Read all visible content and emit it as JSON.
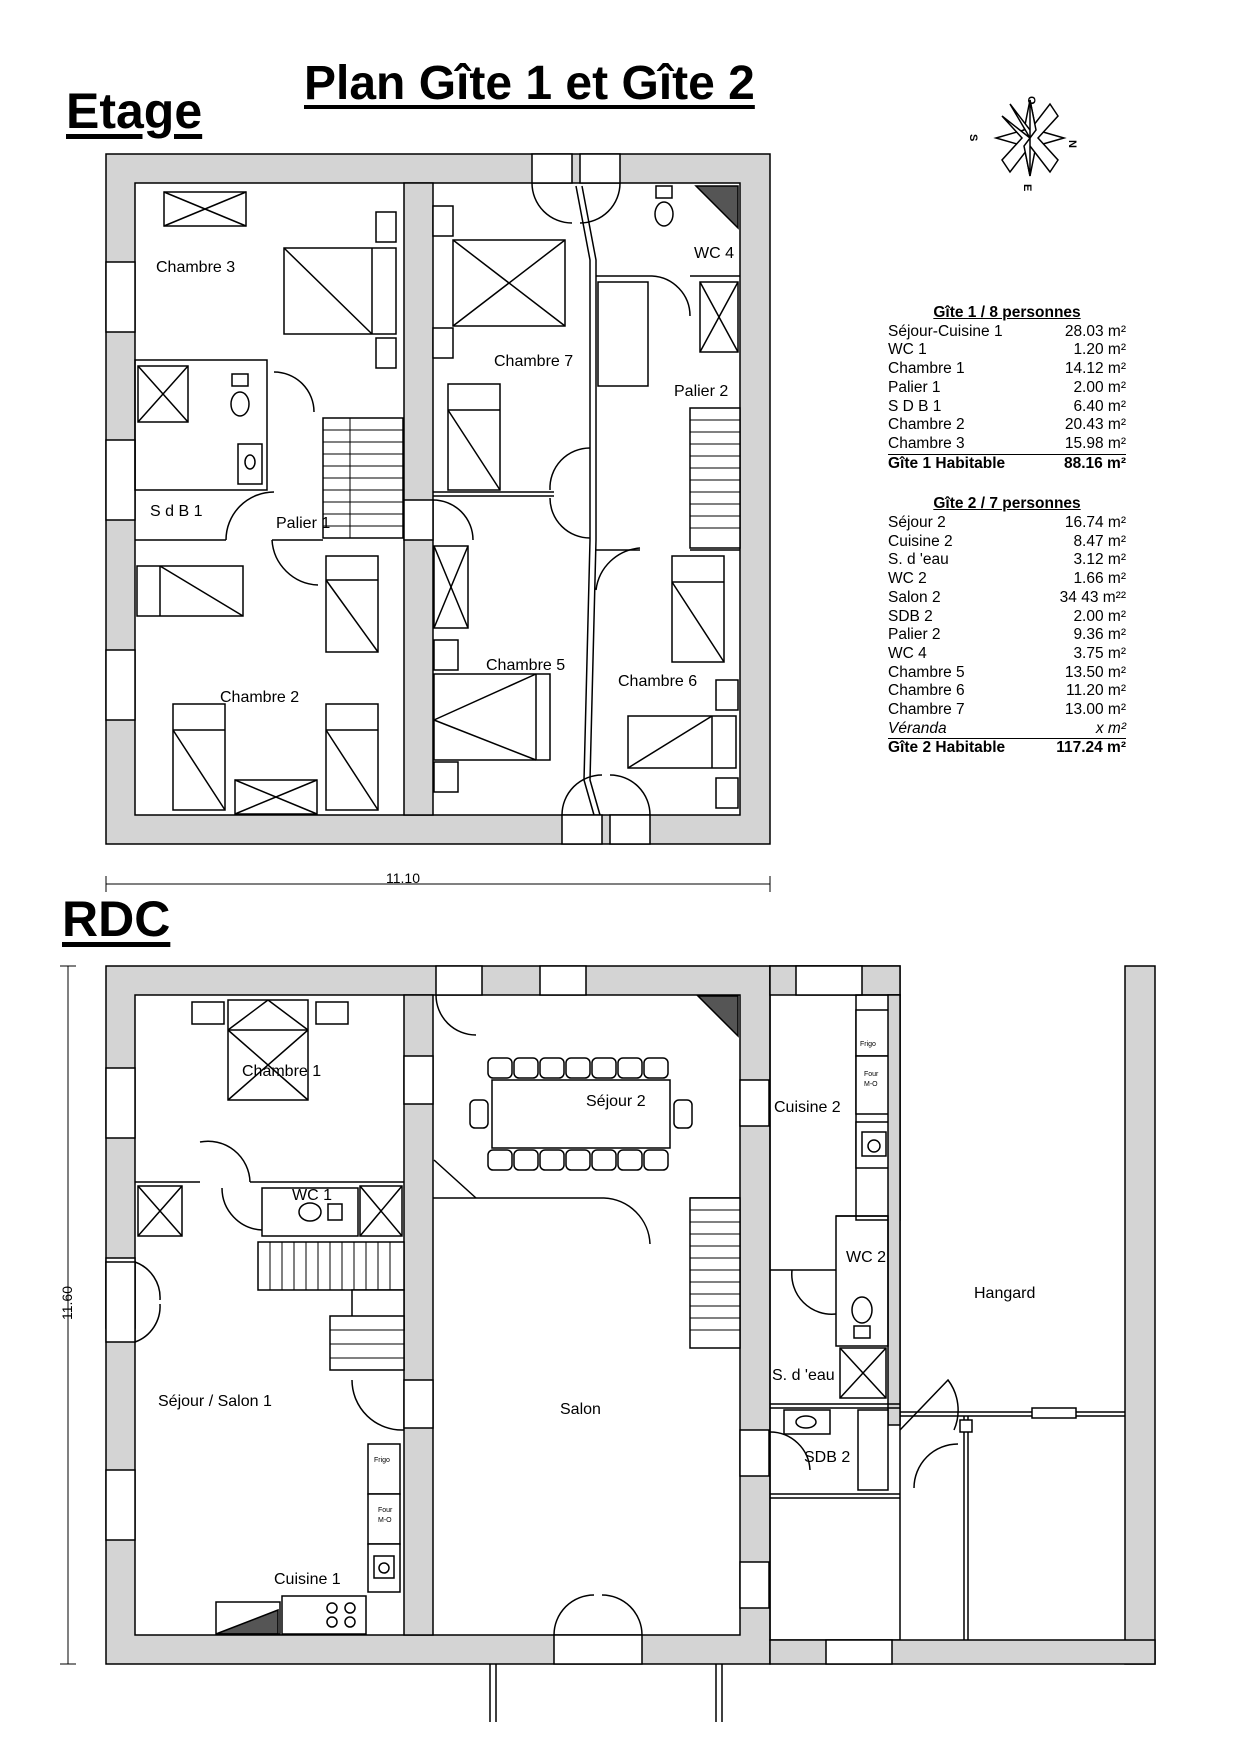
{
  "page": {
    "title": "Plan Gîte 1 et Gîte 2",
    "section_upper": "Etage",
    "section_lower": "RDC"
  },
  "compass": {
    "north": "N",
    "south": "S",
    "east": "E",
    "west": "O"
  },
  "dimensions": {
    "width_label": "11.10",
    "height_label": "11.60"
  },
  "rooms_upper": {
    "chambre3": "Chambre 3",
    "chambre7": "Chambre 7",
    "wc4": "WC 4",
    "palier2": "Palier 2",
    "sdb1": "S d B 1",
    "palier1": "Palier 1",
    "chambre2": "Chambre 2",
    "chambre5": "Chambre 5",
    "chambre6": "Chambre 6"
  },
  "rooms_lower": {
    "chambre1": "Chambre 1",
    "wc1": "WC 1",
    "sejour_salon1": "Séjour / Salon 1",
    "cuisine1": "Cuisine 1",
    "sejour2": "Séjour 2",
    "salon": "Salon",
    "cuisine2": "Cuisine 2",
    "wc2": "WC 2",
    "seau": "S. d 'eau",
    "sdb2": "SDB 2",
    "hangard": "Hangard"
  },
  "appliances": {
    "frigo": "Frigo",
    "four": "Four",
    "mo": "M-O"
  },
  "areas": {
    "gite1": {
      "heading": "Gîte 1 / 8 personnes",
      "rows": [
        {
          "name": "Séjour-Cuisine 1",
          "value": "28.03 m²"
        },
        {
          "name": "WC 1",
          "value": "1.20 m²"
        },
        {
          "name": "Chambre 1",
          "value": "14.12 m²"
        },
        {
          "name": "Palier 1",
          "value": "2.00 m²"
        },
        {
          "name": "S D B 1",
          "value": "6.40 m²"
        },
        {
          "name": "Chambre 2",
          "value": "20.43 m²"
        },
        {
          "name": "Chambre 3",
          "value": "15.98 m²"
        }
      ],
      "total": {
        "name": "Gîte 1 Habitable",
        "value": "88.16 m²"
      }
    },
    "gite2": {
      "heading": "Gîte 2 / 7 personnes",
      "rows": [
        {
          "name": "Séjour 2",
          "value": "16.74 m²"
        },
        {
          "name": "Cuisine 2",
          "value": "8.47 m²"
        },
        {
          "name": "S. d 'eau",
          "value": "3.12 m²"
        },
        {
          "name": "WC 2",
          "value": "1.66 m²"
        },
        {
          "name": "Salon 2",
          "value": "34 43 m²²"
        },
        {
          "name": "SDB 2",
          "value": "2.00 m²"
        },
        {
          "name": "Palier 2",
          "value": "9.36 m²"
        },
        {
          "name": "WC 4",
          "value": "3.75 m²"
        },
        {
          "name": "Chambre 5",
          "value": "13.50 m²"
        },
        {
          "name": "Chambre 6",
          "value": "11.20 m²"
        },
        {
          "name": "Chambre 7",
          "value": "13.00 m²"
        },
        {
          "name": "Véranda",
          "value": "x  m²"
        }
      ],
      "total": {
        "name": "Gîte 2 Habitable",
        "value": "117.24 m²"
      }
    }
  },
  "colors": {
    "wall": "#d4d4d4",
    "line": "#000000",
    "fill": "#555555"
  }
}
